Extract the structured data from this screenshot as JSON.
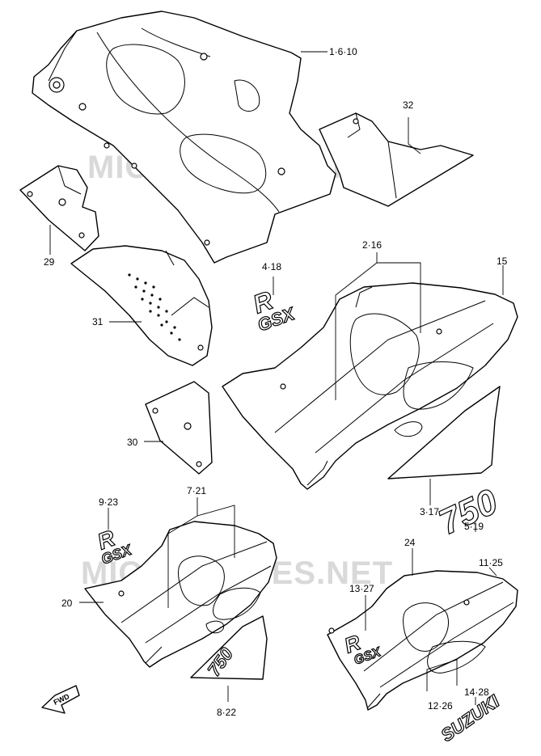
{
  "watermark": {
    "text": "MICROFICHES.NET"
  },
  "callouts": [
    {
      "id": "c1",
      "text": "1·6·10"
    },
    {
      "id": "c32",
      "text": "32"
    },
    {
      "id": "c29",
      "text": "29"
    },
    {
      "id": "c2",
      "text": "2·16"
    },
    {
      "id": "c15",
      "text": "15"
    },
    {
      "id": "c4",
      "text": "4·18"
    },
    {
      "id": "c31",
      "text": "31"
    },
    {
      "id": "c30",
      "text": "30"
    },
    {
      "id": "c3",
      "text": "3·17"
    },
    {
      "id": "c9",
      "text": "9·23"
    },
    {
      "id": "c7",
      "text": "7·21"
    },
    {
      "id": "c5",
      "text": "5·19"
    },
    {
      "id": "c24",
      "text": "24"
    },
    {
      "id": "c11",
      "text": "11·25"
    },
    {
      "id": "c20",
      "text": "20"
    },
    {
      "id": "c13",
      "text": "13·27"
    },
    {
      "id": "c8",
      "text": "8·22"
    },
    {
      "id": "c12",
      "text": "12·26"
    },
    {
      "id": "c14",
      "text": "14·28"
    }
  ],
  "decals": {
    "model_number": "750",
    "brand": "SUZUKI",
    "gsx_mark": "GSX",
    "r_mark": "R"
  },
  "fwd_arrow": {
    "text": "FWD"
  }
}
